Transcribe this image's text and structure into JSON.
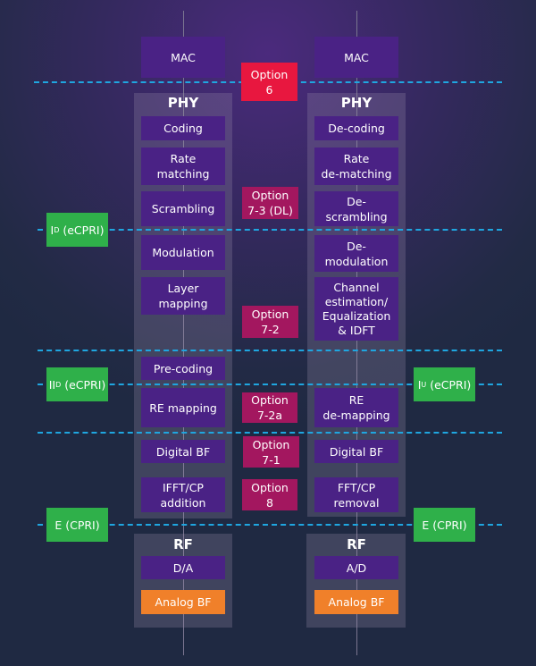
{
  "mac": {
    "left": "MAC",
    "right": "MAC"
  },
  "phy": {
    "left_title": "PHY",
    "right_title": "PHY",
    "left": [
      "Coding",
      "Rate\nmatching",
      "Scrambling",
      "Modulation",
      "Layer\nmapping",
      "Pre-coding",
      "RE mapping",
      "Digital BF",
      "IFFT/CP\naddition"
    ],
    "right": [
      "De-coding",
      "Rate\nde-matching",
      "De-\nscrambling",
      "De-\nmodulation",
      "Channel\nestimation/\nEqualization\n& IDFT",
      "RE\nde-mapping",
      "Digital BF",
      "FFT/CP\nremoval"
    ]
  },
  "rf": {
    "left_title": "RF",
    "right_title": "RF",
    "left": [
      "D/A",
      "Analog BF"
    ],
    "right": [
      "A/D",
      "Analog BF"
    ]
  },
  "options": [
    "Option\n6",
    "Option\n7-3 (DL)",
    "Option\n7-2",
    "Option\n7-2a",
    "Option\n7-1",
    "Option\n8"
  ],
  "interfaces": {
    "id": {
      "main": "I",
      "sub": "D",
      "suffix": " (eCPRI)"
    },
    "iid": {
      "main": "II",
      "sub": "D",
      "suffix": " (eCPRI)"
    },
    "iu": {
      "main": "I",
      "sub": "U",
      "suffix": " (eCPRI)"
    },
    "e_left": "E (CPRI)",
    "e_right": "E (CPRI)"
  },
  "colors": {
    "function_block": "#4a2285",
    "option": "#a3175f",
    "option6": "#e8173f",
    "interface": "#2fb04a",
    "analog": "#f0802a",
    "split_line": "#1fa6e0"
  }
}
